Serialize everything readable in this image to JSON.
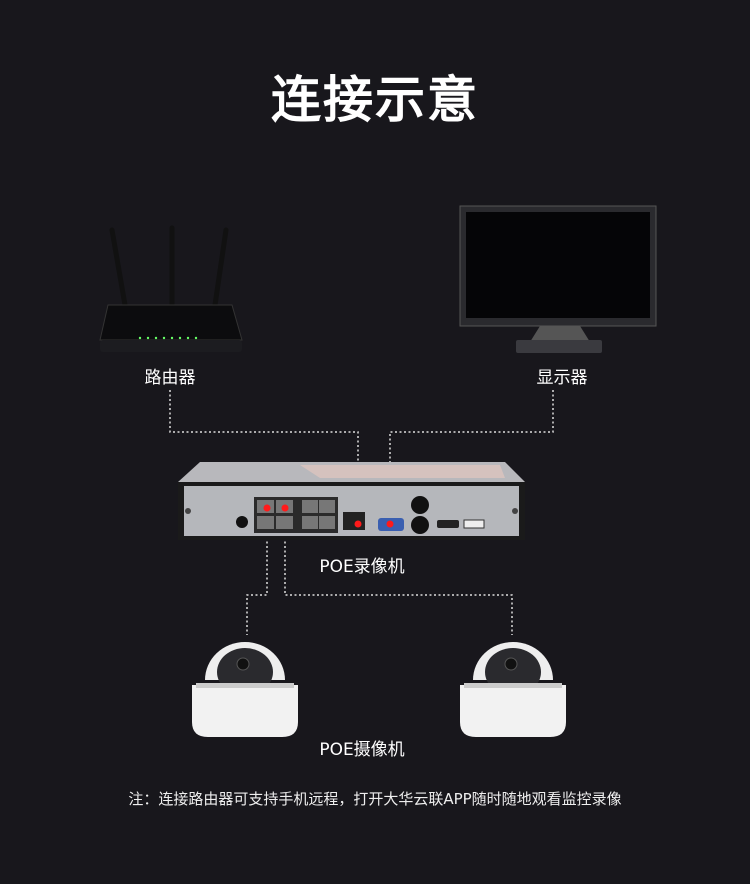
{
  "title": "连接示意",
  "devices": {
    "router": {
      "label": "路由器"
    },
    "monitor": {
      "label": "显示器"
    },
    "nvr": {
      "label": "POE录像机"
    },
    "cameras": {
      "label": "POE摄像机"
    }
  },
  "note": "注：连接路由器可支持手机远程，打开大华云联APP随时随地观看监控录像",
  "colors": {
    "background": "#18171c",
    "port_highlight": "#ff1a1a",
    "line": "#dddddd"
  }
}
